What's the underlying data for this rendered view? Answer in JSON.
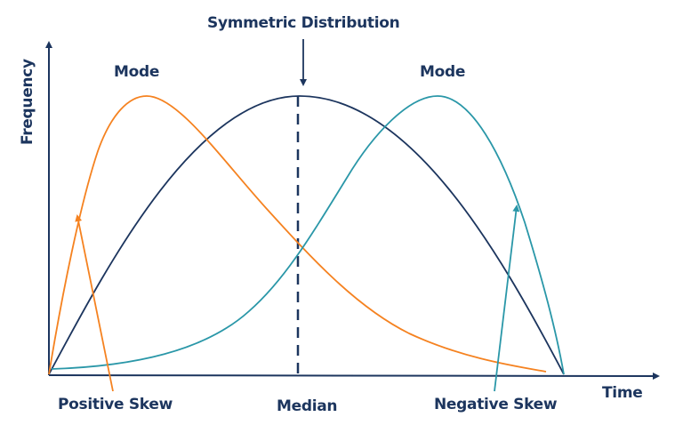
{
  "title": "Symmetric Distribution",
  "axes": {
    "x_label": "Time",
    "y_label": "Frequency"
  },
  "labels": {
    "mode_left": "Mode",
    "mode_right": "Mode",
    "positive_skew": "Positive Skew",
    "median": "Median",
    "negative_skew": "Negative Skew"
  },
  "colors": {
    "axis": "#1c355e",
    "symmetric": "#1c355e",
    "positive_skew": "#f58220",
    "negative_skew": "#2a97a8",
    "text": "#1c355e"
  },
  "chart_data": {
    "type": "line",
    "title": "Symmetric Distribution",
    "xlabel": "Time",
    "ylabel": "Frequency",
    "series": [
      {
        "name": "Symmetric Distribution",
        "shape": "symmetric bell",
        "peak_position": "center (median)"
      },
      {
        "name": "Positive Skew",
        "shape": "right-skewed",
        "peak_position": "left (mode)"
      },
      {
        "name": "Negative Skew",
        "shape": "left-skewed",
        "peak_position": "right (mode)"
      }
    ],
    "annotations": [
      "Symmetric Distribution",
      "Mode",
      "Mode",
      "Positive Skew",
      "Median",
      "Negative Skew"
    ],
    "grid": false
  }
}
